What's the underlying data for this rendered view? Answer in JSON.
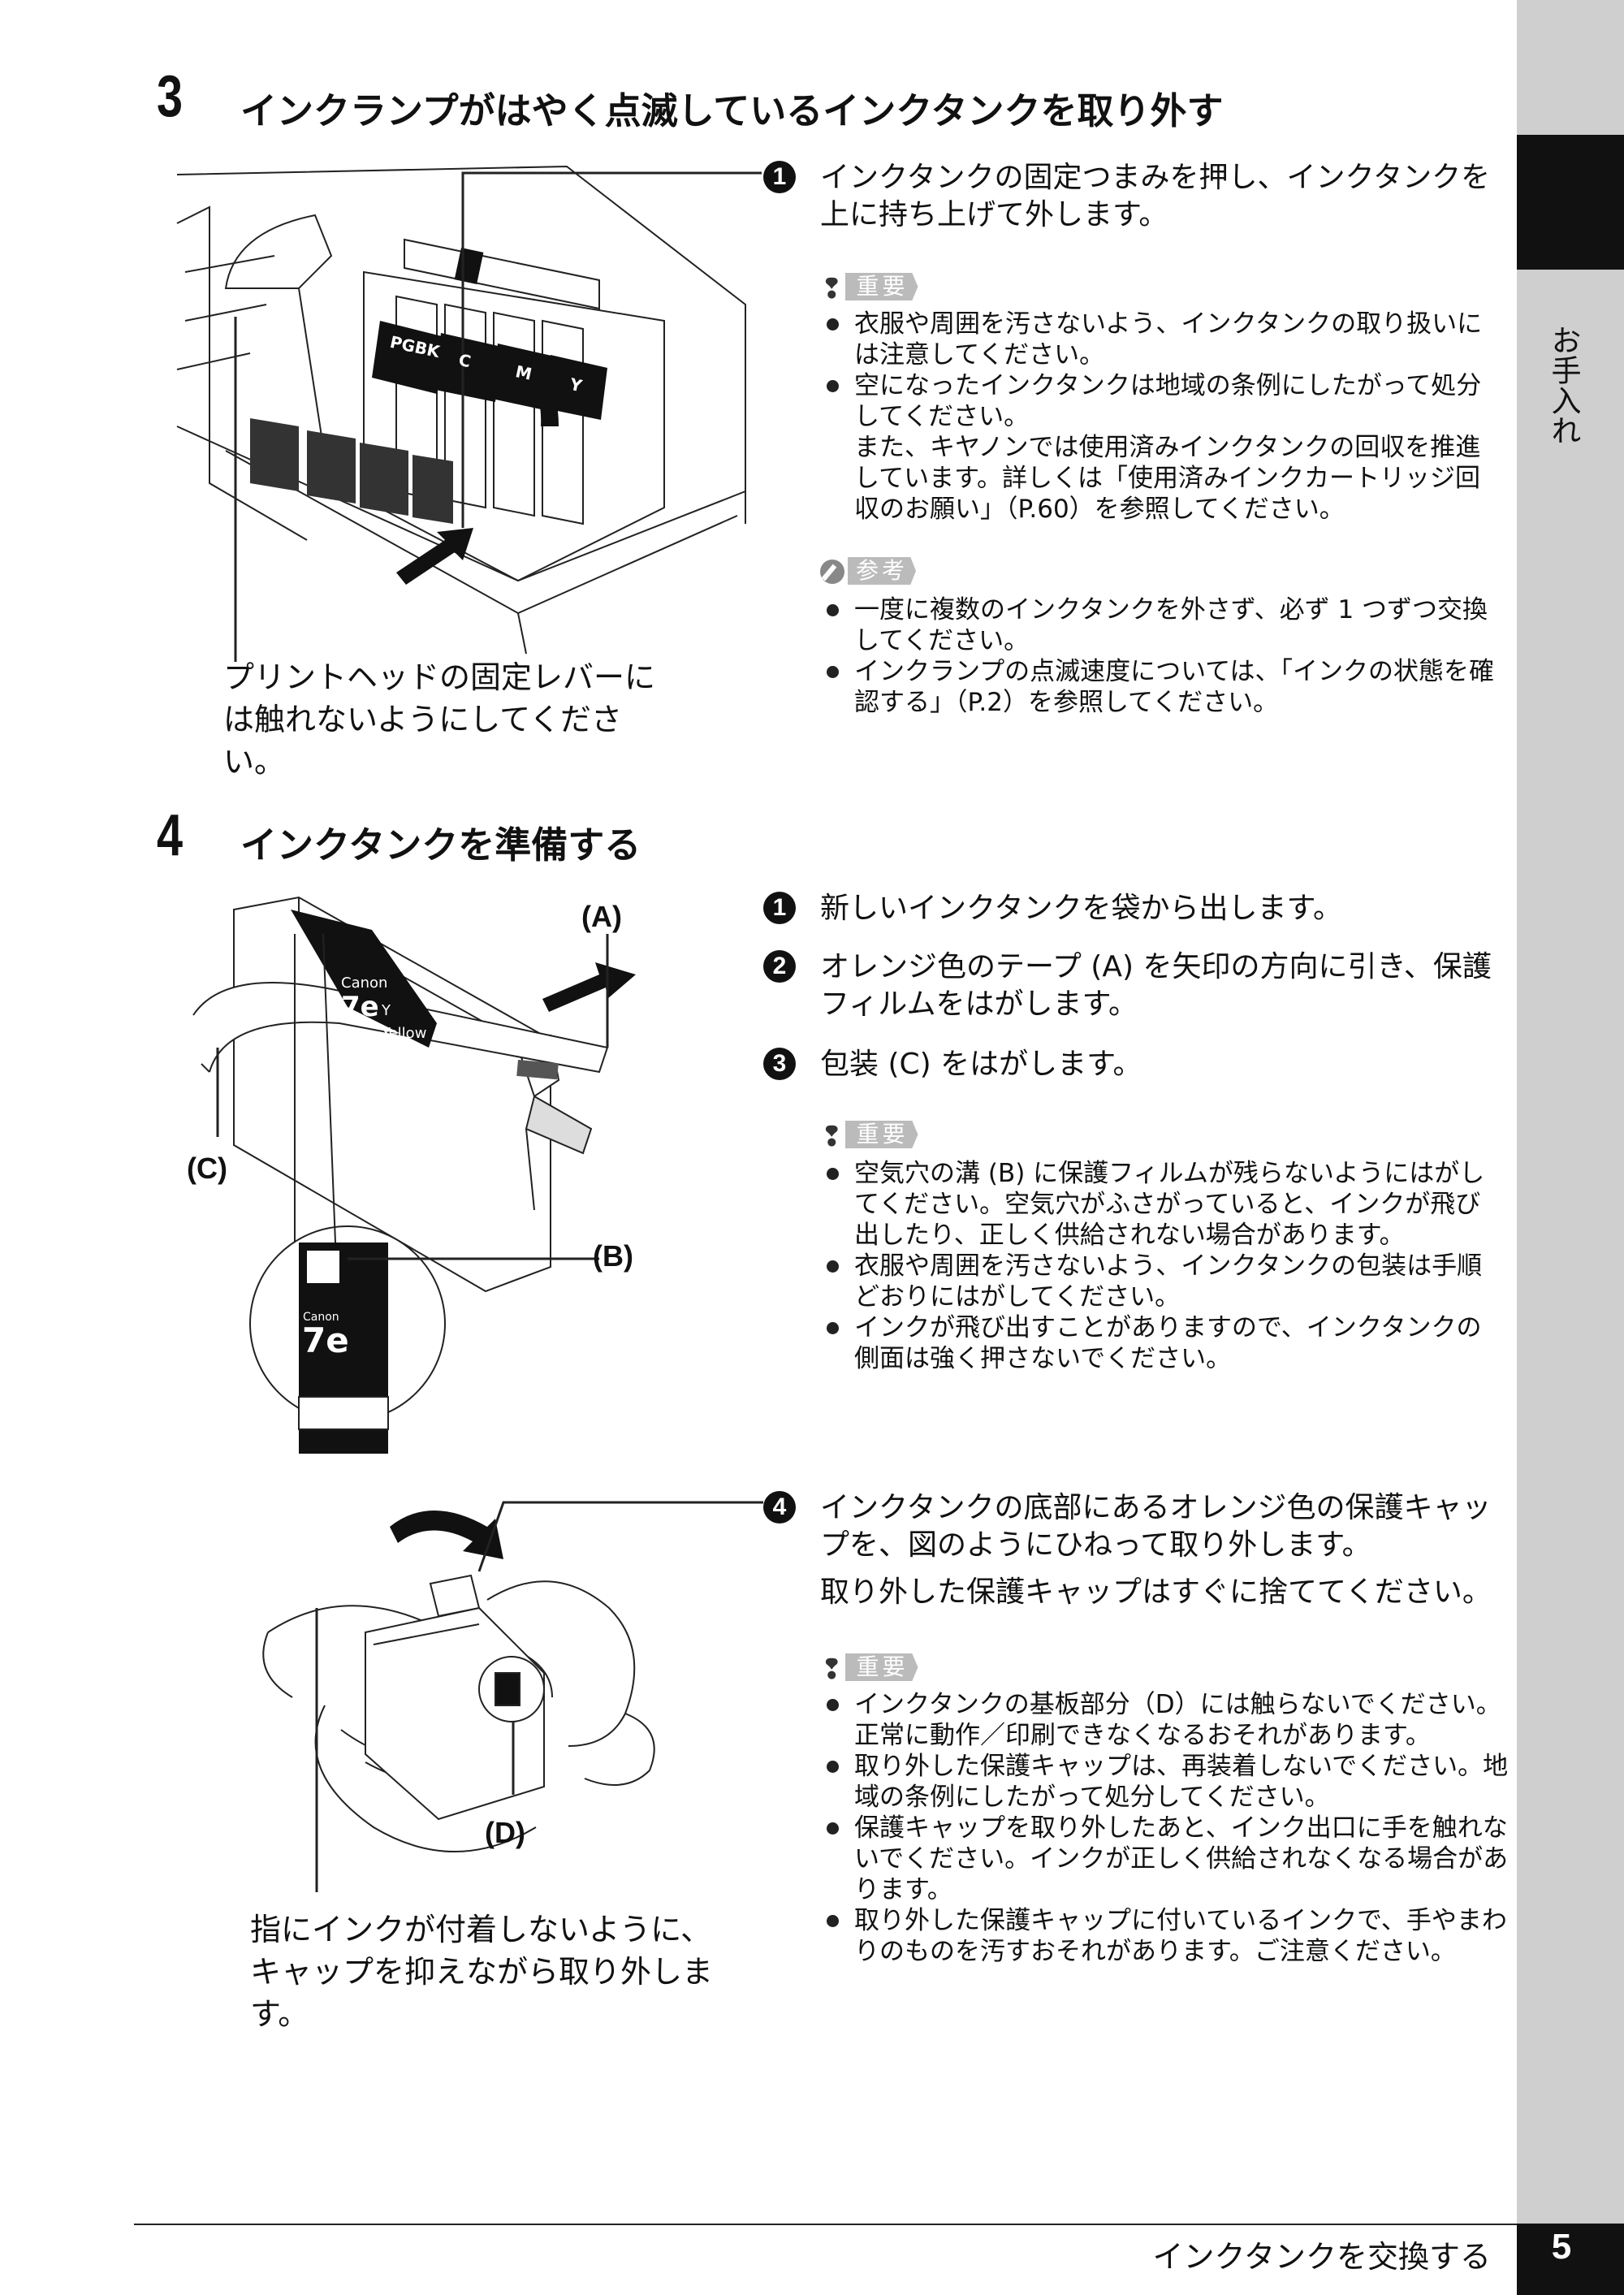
{
  "side_tab": {
    "label": "お手入れ"
  },
  "footer": {
    "title": "インクタンクを交換する",
    "page": "5"
  },
  "section3": {
    "num": "3",
    "title": "インクランプがはやく点滅しているインクタンクを取り外す",
    "step1": {
      "badge": "1",
      "text": "インクタンクの固定つまみを押し、インクタンクを上に持ち上げて外します。"
    },
    "important_label": "重要",
    "important": [
      "衣服や周囲を汚さないよう、インクタンクの取り扱いには注意してください。",
      "空になったインクタンクは地域の条例にしたがって処分してください。\nまた、キヤノンでは使用済みインクタンクの回収を推進しています。詳しくは「使用済みインクカートリッジ回収のお願い」（P.60）を参照してください。"
    ],
    "reference_label": "参考",
    "reference": [
      "一度に複数のインクタンクを外さず、必ず 1 つずつ交換してください。",
      "インクランプの点滅速度については、「インクの状態を確認する」（P.2）を参照してください。"
    ],
    "caption": "プリントヘッドの固定レバーには触れないようにしてください。",
    "tank_labels": [
      "PGBK",
      "C",
      "M",
      "Y"
    ]
  },
  "section4": {
    "num": "4",
    "title": "インクタンクを準備する",
    "step1": {
      "badge": "1",
      "text": "新しいインクタンクを袋から出します。"
    },
    "step2": {
      "badge": "2",
      "text": "オレンジ色のテープ (A) を矢印の方向に引き、保護フィルムをはがします。"
    },
    "step3": {
      "badge": "3",
      "text": "包装 (C) をはがします。"
    },
    "important_label": "重要",
    "important": [
      "空気穴の溝 (B) に保護フィルムが残らないようにはがしてください。空気穴がふさがっていると、インクが飛び出したり、正しく供給されない場合があります。",
      "衣服や周囲を汚さないよう、インクタンクの包装は手順どおりにはがしてください。",
      "インクが飛び出すことがありますので、インクタンクの側面は強く押さないでください。"
    ],
    "labels": {
      "A": "(A)",
      "B": "(B)",
      "C": "(C)",
      "D": "(D)"
    },
    "tank_brand": "Canon",
    "tank_model": "7e",
    "tank_color_letter": "Y",
    "tank_color_name": "Yellow",
    "step4": {
      "badge": "4",
      "text": "インクタンクの底部にあるオレンジ色の保護キャップを、図のようにひねって取り外します。",
      "text2": "取り外した保護キャップはすぐに捨ててください。"
    },
    "important2_label": "重要",
    "important2": [
      "インクタンクの基板部分（D）には触らないでください。正常に動作／印刷できなくなるおそれがあります。",
      "取り外した保護キャップは、再装着しないでください。地域の条例にしたがって処分してください。",
      "保護キャップを取り外したあと、インク出口に手を触れないでください。インクが正しく供給されなくなる場合があります。",
      "取り外した保護キャップに付いているインクで、手やまわりのものを汚すおそれがあります。ご注意ください。"
    ],
    "caption2": "指にインクが付着しないように、キャップを抑えながら取り外します。"
  }
}
